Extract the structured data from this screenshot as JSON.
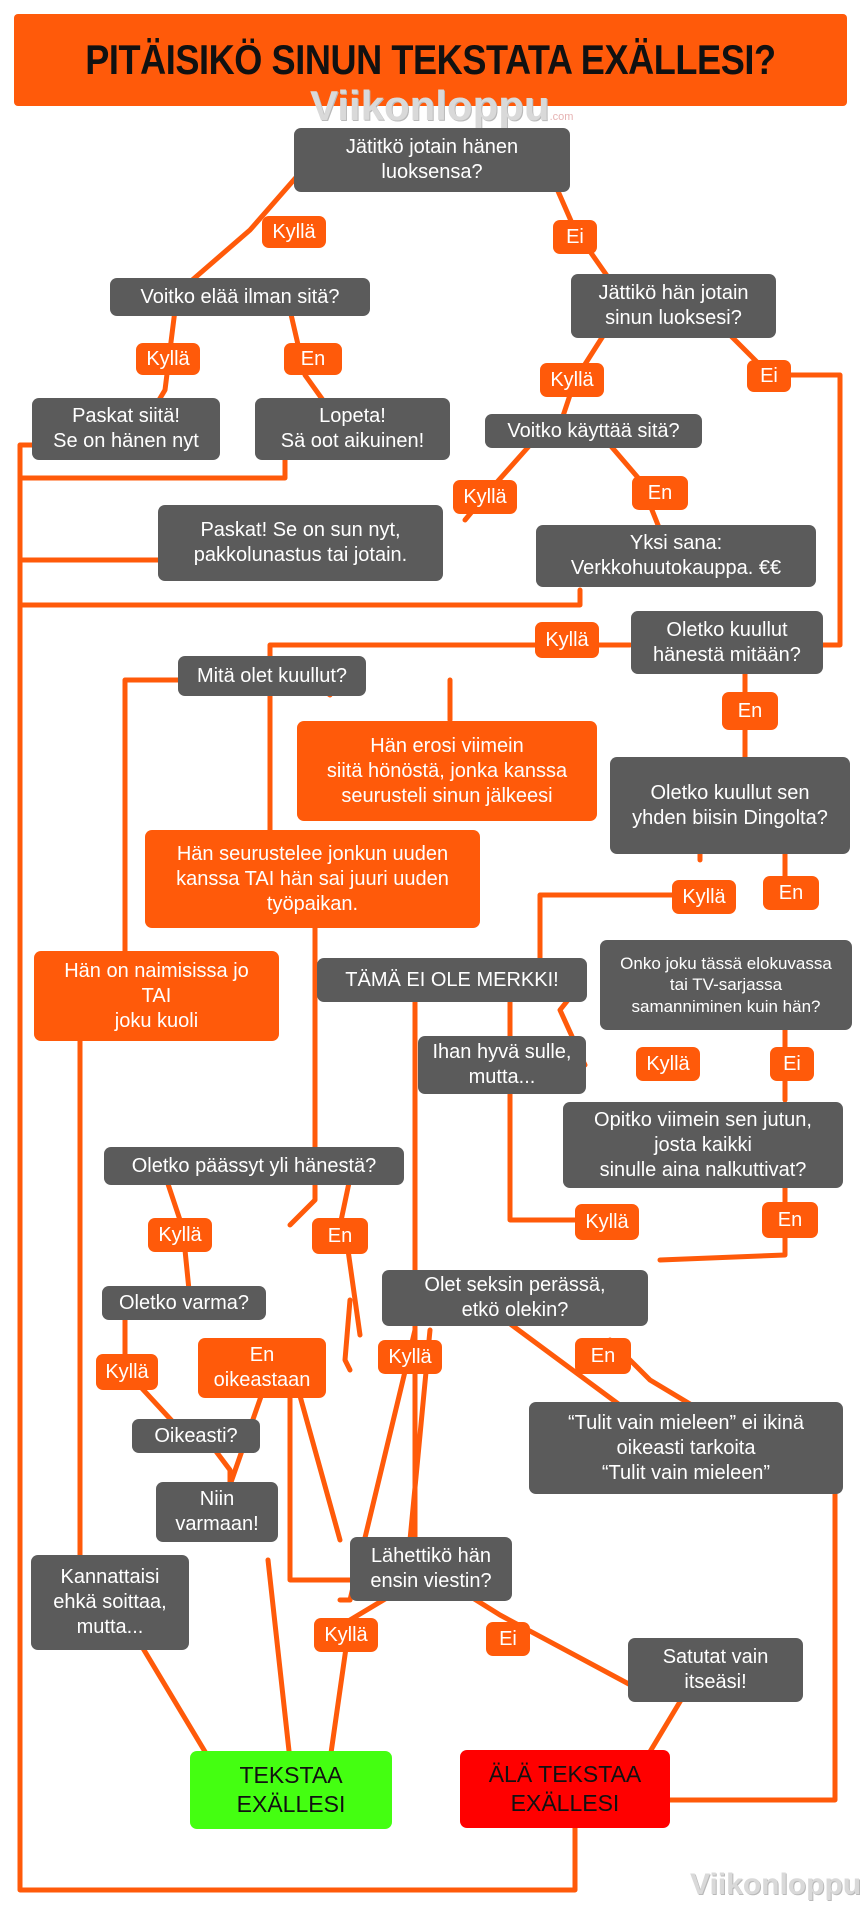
{
  "title": "PITÄISIKÖ SINUN TEKSTATA EXÄLLESI?",
  "watermark": {
    "brand": "Viikonloppu",
    "suffix": ".com"
  },
  "colors": {
    "orange": "#ff5a0a",
    "gray": "#5b5b5b",
    "green": "#44ff11",
    "red": "#ff0000"
  },
  "nodes": {
    "q1": "Jätitkö jotain hänen\nluoksensa?",
    "q2": "Voitko elää ilman sitä?",
    "q3": "Jättikö hän jotain\nsinun luoksesi?",
    "r1": "Paskat siitä!\nSe on hänen nyt",
    "r2": "Lopeta!\nSä oot aikuinen!",
    "q4": "Voitko käyttää sitä?",
    "r3": "Paskat! Se on sun nyt,\npakkolunastus tai jotain.",
    "r4": "Yksi sana:\nVerkkohuutokauppa. €€",
    "q5": "Oletko kuullut\nhänestä mitään?",
    "q6": "Mitä olet kuullut?",
    "a1": "Hän erosi viimein\nsiitä hönöstä, jonka kanssa\nseurusteli sinun jälkeesi",
    "a2": "Hän seurustelee jonkun uuden\nkanssa TAI hän sai juuri uuden\ntyöpaikan.",
    "a3": "Hän on naimisissa jo\nTAI\njoku kuoli",
    "q7": "Oletko kuullut sen\nyhden biisin Dingolta?",
    "r5": "TÄMÄ EI OLE MERKKI!",
    "q8": "Onko joku tässä elokuvassa\ntai TV-sarjassa\nsamanniminen kuin hän?",
    "r6": "Ihan hyvä sulle,\nmutta...",
    "q9": "Opitko viimein sen jutun,\njosta kaikki\nsinulle aina nalkuttivat?",
    "q10": "Oletko päässyt yli hänestä?",
    "q11": "Oletko varma?",
    "a4": "En\noikeastaan",
    "q12": "Oikeasti?",
    "r7": "Niin\nvarmaan!",
    "q13": "Olet seksin perässä,\netkö olekin?",
    "r8": "“Tulit vain mieleen” ei ikinä\noikeasti tarkoita\n“Tulit vain mieleen”",
    "r9": "Kannattaisi\nehkä soittaa,\nmutta...",
    "q14": "Lähettikö hän\nensin viestin?",
    "r10": "Satutat vain\nitseäsi!",
    "end_yes": "TEKSTAA\nEXÄLLESI",
    "end_no": "ÄLÄ TEKSTAA\nEXÄLLESI"
  },
  "labels": {
    "l1": "Kyllä",
    "l2": "Ei",
    "l3": "Kyllä",
    "l4": "En",
    "l5": "Kyllä",
    "l6": "Ei",
    "l7": "Kyllä",
    "l8": "En",
    "l9": "Kyllä",
    "l10": "En",
    "l11": "Kyllä",
    "l12": "En",
    "l13": "Kyllä",
    "l14": "Ei",
    "l15": "Kyllä",
    "l16": "En",
    "l17": "Kyllä",
    "l18": "En",
    "l19": "Kyllä",
    "l20": "Kyllä",
    "l21": "En",
    "l22": "Kyllä",
    "l23": "Ei"
  }
}
